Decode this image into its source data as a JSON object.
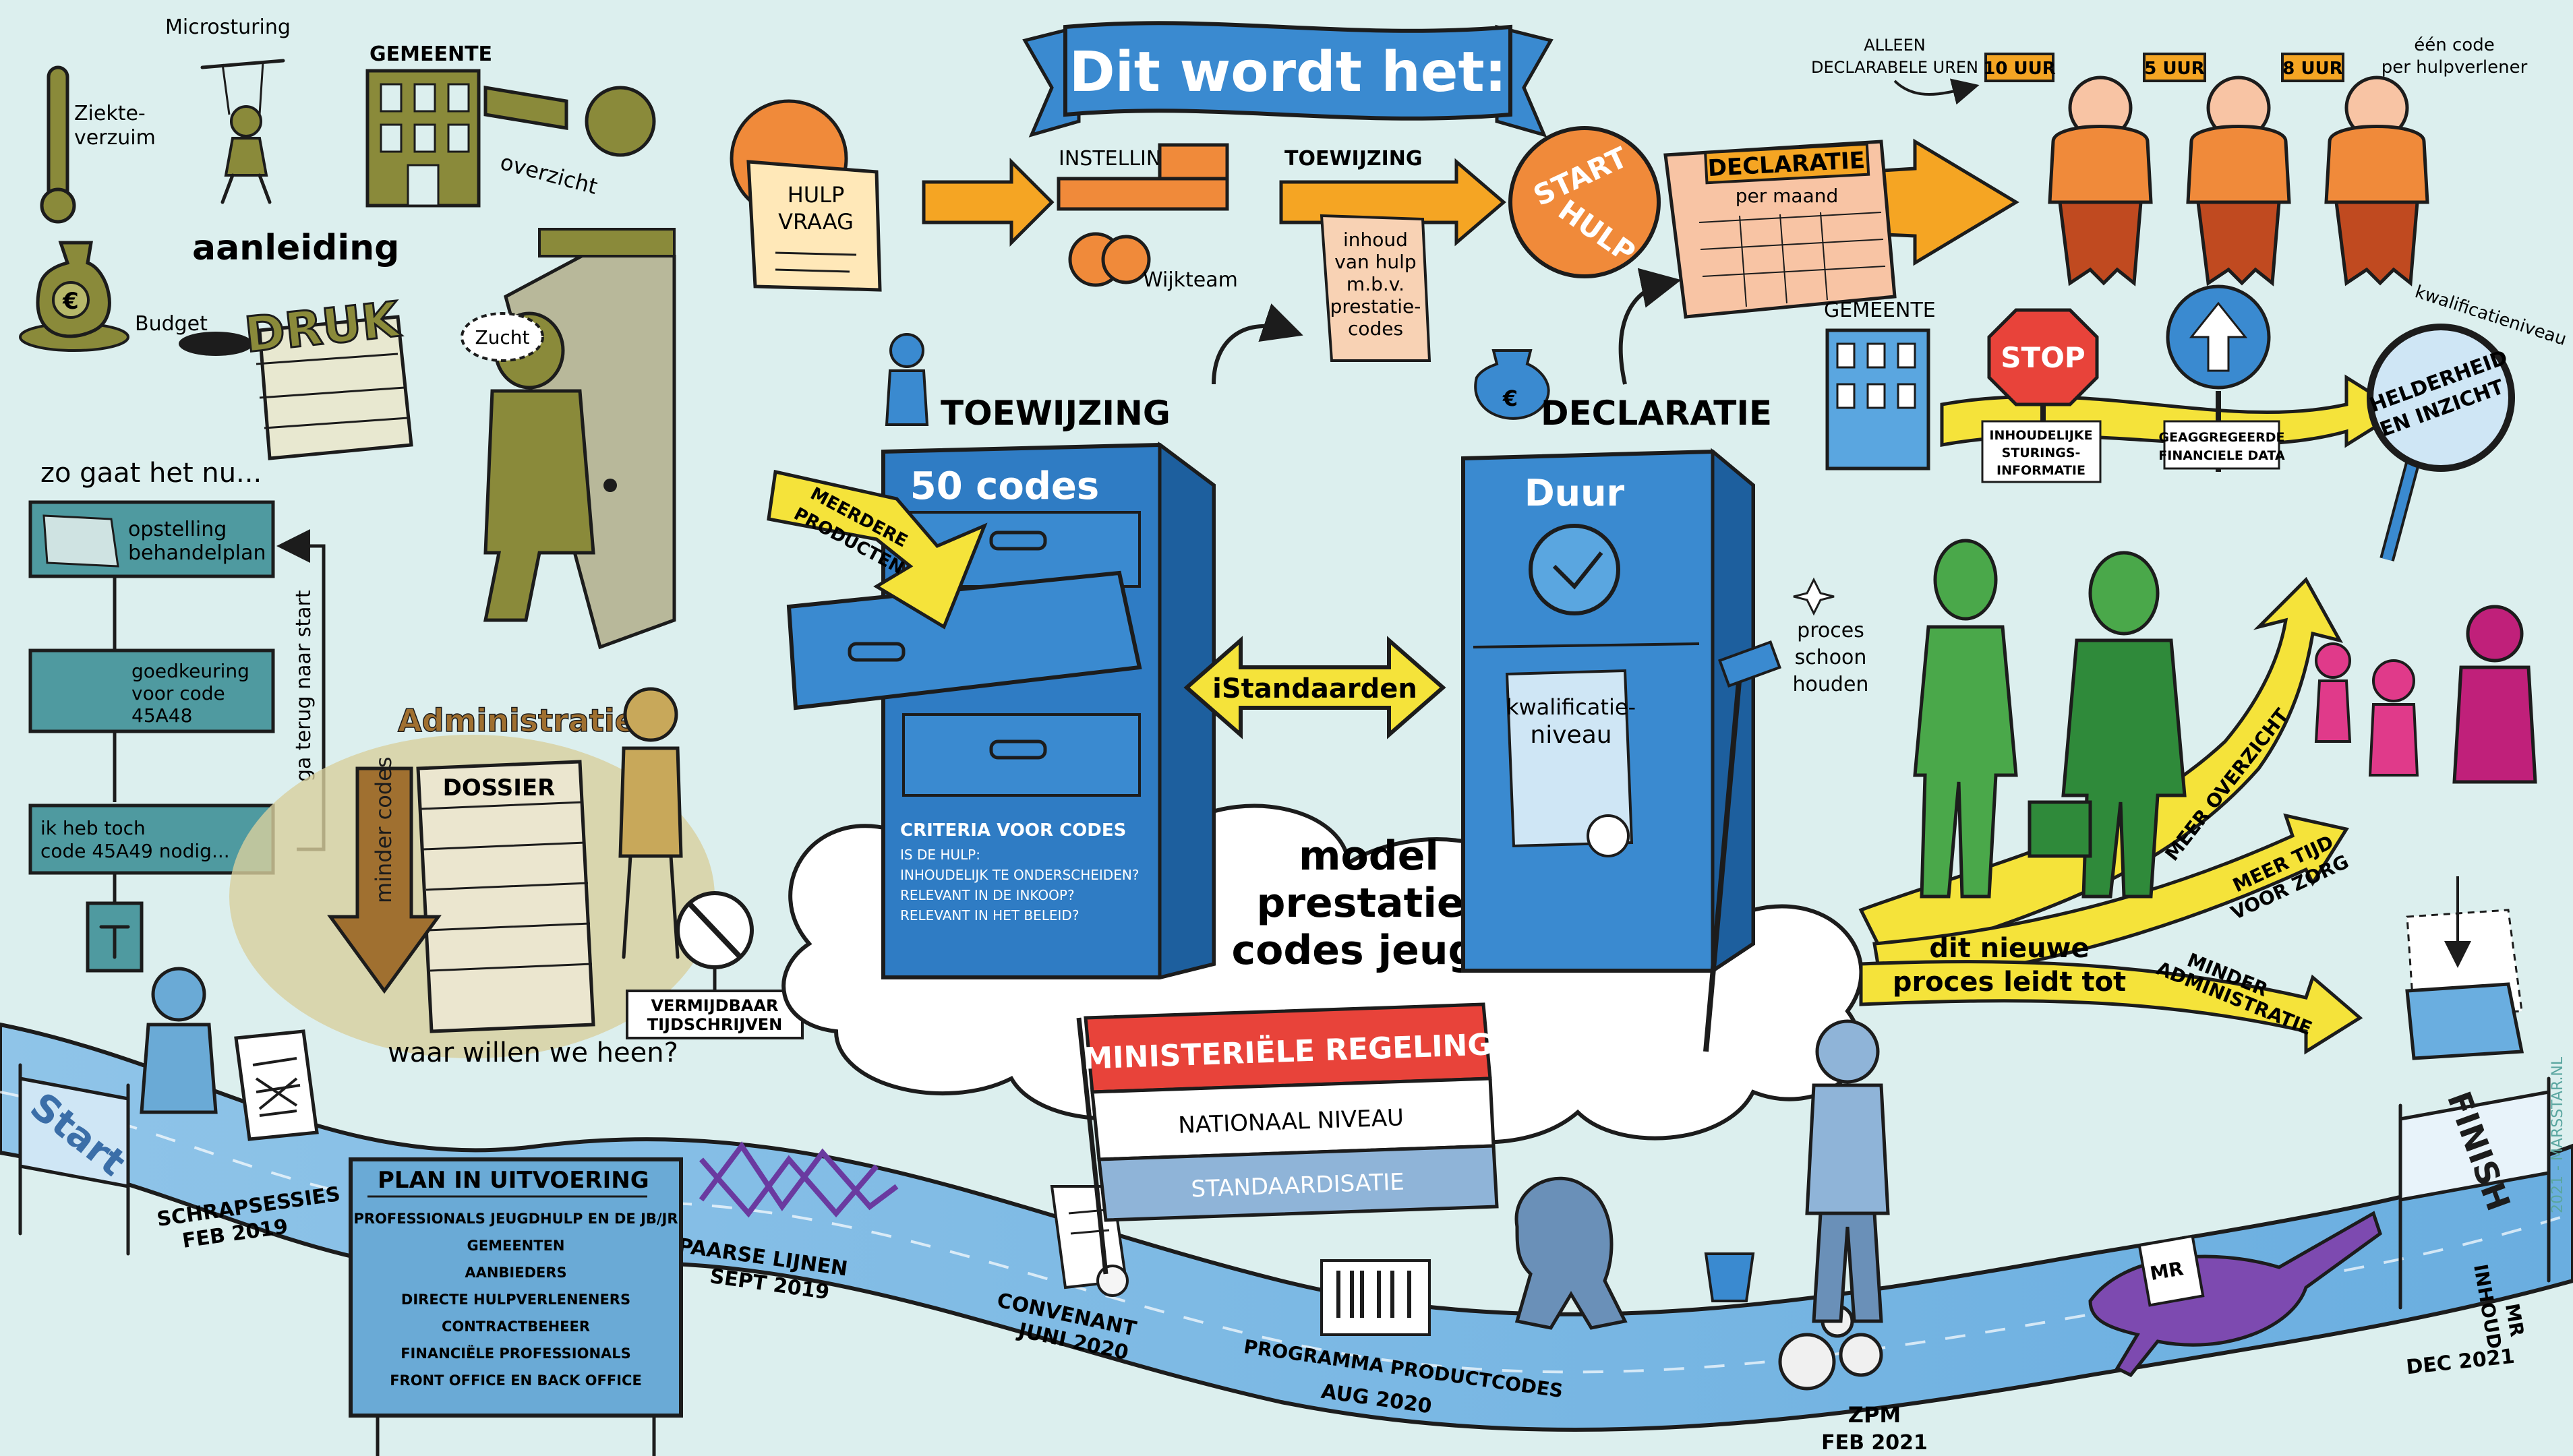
{
  "banner": "Dit wordt het:",
  "left": {
    "ziekteverzuim": [
      "Ziekte-",
      "verzuim"
    ],
    "microsturing": "Microsturing",
    "gemeente": "GEMEENTE",
    "overzicht": "overzicht",
    "aanleiding": "aanleiding",
    "budget": "Budget",
    "druk": "DRUK",
    "zucht": "Zucht",
    "zo_gaat": "zo gaat het nu...",
    "steps": [
      [
        "opstelling",
        "behandelplan"
      ],
      [
        "goedkeuring",
        "voor code",
        "45A48"
      ],
      [
        "ik heb toch",
        "code 45A49 nodig..."
      ]
    ],
    "ga_terug": "ga terug naar start",
    "administratie": "Administratie",
    "minder_codes": "minder codes",
    "dossier": "DOSSIER",
    "vermijdbaar": [
      "VERMIJDBAAR",
      "TIJDSCHRIJVEN"
    ],
    "waar_heen": "waar willen we heen?"
  },
  "top": {
    "hulpvraag": [
      "HULP",
      "VRAAG"
    ],
    "instelling": "INSTELLING",
    "wijkteam": "Wijkteam",
    "toewijzing": "TOEWIJZING",
    "toewijzing_detail": [
      "inhoud",
      "van hulp",
      "m.b.v.",
      "prestatie-",
      "codes"
    ],
    "start_hulp": [
      "START",
      "HULP"
    ],
    "declaratie": "DECLARATIE",
    "per_maand": "per maand",
    "alleen": [
      "ALLEEN",
      "DECLARABELE UREN"
    ],
    "uren": [
      "10 UUR",
      "5 UUR",
      "8 UUR"
    ],
    "een_code": [
      "één code",
      "per hulpverlener"
    ],
    "kwalificatieniveau": "kwalificatieniveau"
  },
  "middle": {
    "toewijzing_title": "TOEWIJZING",
    "declaratie_title": "DECLARATIE",
    "codes": "50 codes",
    "meerdere": [
      "MEERDERE",
      "PRODUCTEN"
    ],
    "istandaarden": "iStandaarden",
    "duur": "Duur",
    "kwalificatie": [
      "kwalificatie-",
      "niveau"
    ],
    "proces": [
      "proces",
      "schoon",
      "houden"
    ],
    "criteria": [
      "CRITERIA VOOR CODES",
      "IS DE HULP:",
      "INHOUDELIJK TE ONDERSCHEIDEN?",
      "RELEVANT IN DE INKOOP?",
      "RELEVANT IN HET BELEID?"
    ],
    "model": [
      "model",
      "prestatie-",
      "codes jeugd"
    ],
    "ministerieel": "MINISTERIËLE REGELING",
    "nationaal": "NATIONAAL NIVEAU",
    "standaardisatie": "STANDAARDISATIE"
  },
  "right": {
    "gemeente": "GEMEENTE",
    "stop": "STOP",
    "inhoudelijke": [
      "INHOUDELIJKE",
      "STURINGS-",
      "INFORMATIE"
    ],
    "geaggregeerde": [
      "GEAGGREGEERDE",
      "FINANCIELE DATA"
    ],
    "helderheid": [
      "HELDERHEID",
      "EN INZICHT"
    ],
    "leidt_tot": [
      "dit nieuwe",
      "proces leidt tot"
    ],
    "meer_overzicht": "MEER OVERZICHT",
    "meer_tijd": [
      "MEER TIJD",
      "VOOR ZORG"
    ],
    "minder_admin": [
      "MINDER",
      "ADMINISTRATIE"
    ]
  },
  "timeline": {
    "start": "Start",
    "finish": "FINISH",
    "plan_title": "PLAN IN UITVOERING",
    "plan_items": [
      "PROFESSIONALS JEUGDHULP EN DE JB/JR",
      "GEMEENTEN",
      "AANBIEDERS",
      "DIRECTE HULPVERLENENERS",
      "CONTRACTBEHEER",
      "FINANCIËLE PROFESSIONALS",
      "FRONT OFFICE EN BACK OFFICE"
    ],
    "milestones": [
      [
        "SCHRAPSESSIES",
        "FEB 2019"
      ],
      [
        "PAARSE LIJNEN",
        "SEPT 2019"
      ],
      [
        "CONVENANT",
        "JUNI 2020"
      ],
      [
        "PROGRAMMA PRODUCTCODES",
        "AUG 2020"
      ],
      [
        "ZPM",
        "FEB 2021"
      ],
      [
        "DEC 2021",
        ""
      ]
    ],
    "inhoud_mr": [
      "INHOUD",
      "MR"
    ],
    "mr": "MR",
    "credit": "2021 - MARSSTAR.NL"
  }
}
